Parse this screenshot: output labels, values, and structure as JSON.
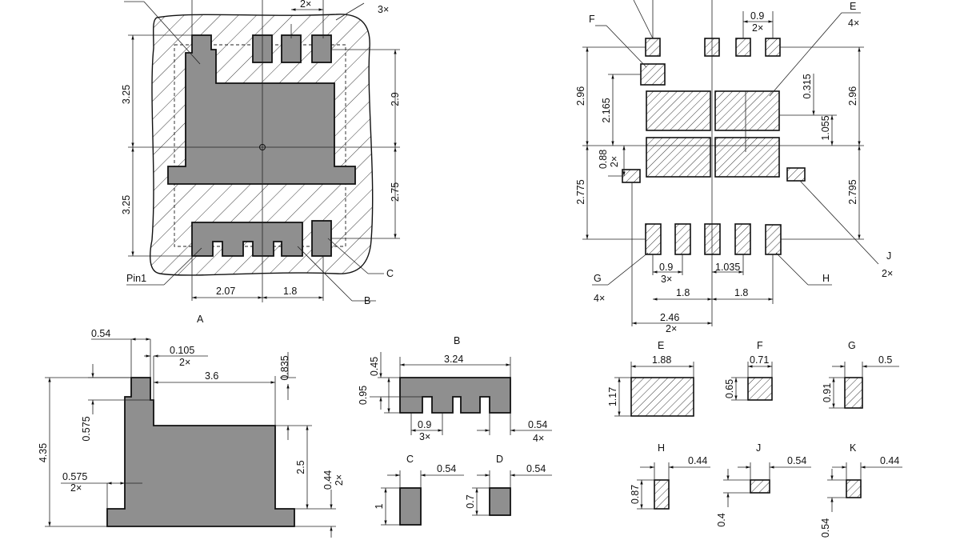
{
  "view_a": {
    "title": "A",
    "dims": {
      "top_count_2": "2×",
      "top_count_3": "3×",
      "left_upper": "3.25",
      "left_lower": "3.25",
      "right_upper": "2.9",
      "right_lower": "2.75",
      "bottom_left": "2.07",
      "bottom_right": "1.8"
    },
    "labels": {
      "pin1": "Pin1",
      "b": "B",
      "c": "C"
    }
  },
  "view_right": {
    "labels": {
      "f": "F",
      "e": "E",
      "e_count": "4×",
      "g": "G",
      "g_count": "4×",
      "h": "H",
      "j": "J",
      "j_count": "2×"
    },
    "dims": {
      "top_pitch": "0.9",
      "top_pitch_count": "2×",
      "left_upper": "2.96",
      "left_mid": "2.165",
      "left_small": "0.88",
      "left_small_count": "2×",
      "left_lower": "2.775",
      "right_upper": "2.96",
      "right_lower": "2.795",
      "inner_0315": "0.315",
      "inner_1055": "1.055",
      "bottom_pitch": "0.9",
      "bottom_pitch_count": "3×",
      "bottom_1035": "1.035",
      "bottom_18a": "1.8",
      "bottom_18b": "1.8",
      "bottom_246": "2.46",
      "bottom_246_count": "2×"
    }
  },
  "detail_main": {
    "dims": {
      "d054": "0.54",
      "d0105": "0.105",
      "d0105_count": "2×",
      "d36": "3.6",
      "d0835": "0.835",
      "d435": "4.35",
      "d0575": "0.575",
      "d0575b": "0.575",
      "d0575b_count": "2×",
      "d25": "2.5",
      "d044": "0.44",
      "d044_count": "2×"
    }
  },
  "detail_b": {
    "title": "B",
    "dims": {
      "w": "3.24",
      "h045": "0.45",
      "h095": "0.95",
      "pitch": "0.9",
      "pitch_count": "3×",
      "d054": "0.54",
      "d054_count": "4×"
    }
  },
  "detail_c": {
    "title": "C",
    "dims": {
      "w": "0.54",
      "h": "1"
    }
  },
  "detail_d": {
    "title": "D",
    "dims": {
      "w": "0.54",
      "h": "0.7"
    }
  },
  "detail_e": {
    "title": "E",
    "dims": {
      "w": "1.88",
      "h": "1.17"
    }
  },
  "detail_f": {
    "title": "F",
    "dims": {
      "w": "0.71",
      "h": "0.65"
    }
  },
  "detail_g": {
    "title": "G",
    "dims": {
      "w": "0.5",
      "h": "0.91"
    }
  },
  "detail_h": {
    "title": "H",
    "dims": {
      "w": "0.44",
      "h": "0.87"
    }
  },
  "detail_j": {
    "title": "J",
    "dims": {
      "w": "0.54",
      "h": "0.4"
    }
  },
  "detail_k": {
    "title": "K",
    "dims": {
      "w": "0.44",
      "h": "0.54"
    }
  }
}
